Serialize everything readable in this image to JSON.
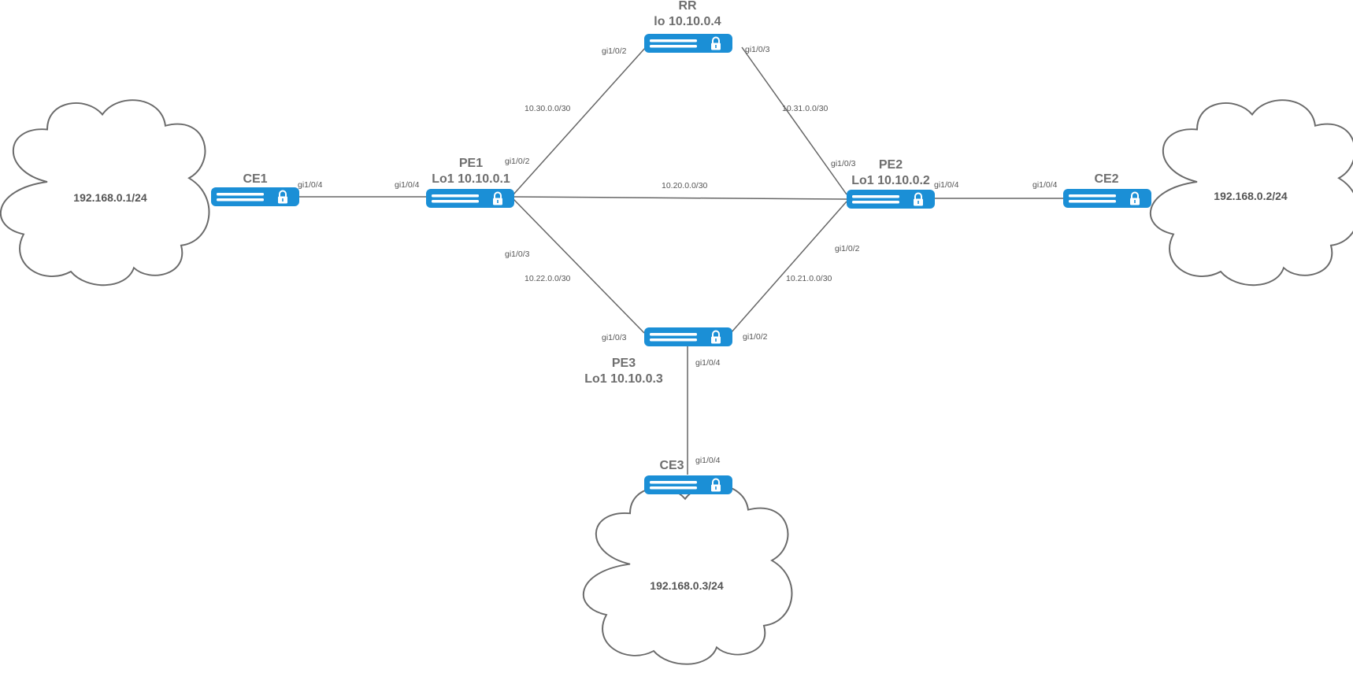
{
  "colors": {
    "device": "#1b8fd6",
    "device_bar": "#ffffff",
    "link": "#666666",
    "cloud_stroke": "#6a6a6a",
    "text": "#6e6e6e"
  },
  "icons": {
    "device": "router-lock-icon",
    "network": "cloud-icon"
  },
  "devices": {
    "rr": {
      "name": "RR",
      "loopback": "lo 10.10.0.4"
    },
    "pe1": {
      "name": "PE1",
      "loopback": "Lo1 10.10.0.1"
    },
    "pe2": {
      "name": "PE2",
      "loopback": "Lo1 10.10.0.2"
    },
    "pe3": {
      "name": "PE3",
      "loopback": "Lo1 10.10.0.3"
    },
    "ce1": {
      "name": "CE1"
    },
    "ce2": {
      "name": "CE2"
    },
    "ce3": {
      "name": "CE3"
    }
  },
  "clouds": {
    "left": "192.168.0.1/24",
    "right": "192.168.0.2/24",
    "bottom": "192.168.0.3/24"
  },
  "subnets": {
    "pe1_rr": "10.30.0.0/30",
    "rr_pe2": "10.31.0.0/30",
    "pe1_pe2": "10.20.0.0/30",
    "pe1_pe3": "10.22.0.0/30",
    "pe3_pe2": "10.21.0.0/30"
  },
  "interfaces": {
    "ce1_gi4": "gi1/0/4",
    "pe1_gi4": "gi1/0/4",
    "pe1_gi2": "gi1/0/2",
    "pe1_gi3": "gi1/0/3",
    "rr_gi2": "gi1/0/2",
    "rr_gi3": "gi1/0/3",
    "pe2_gi3": "gi1/0/3",
    "pe2_gi4": "gi1/0/4",
    "pe2_gi2": "gi1/0/2",
    "ce2_gi4": "gi1/0/4",
    "pe3_gi3": "gi1/0/3",
    "pe3_gi2": "gi1/0/2",
    "pe3_gi4": "gi1/0/4",
    "ce3_gi4": "gi1/0/4"
  }
}
